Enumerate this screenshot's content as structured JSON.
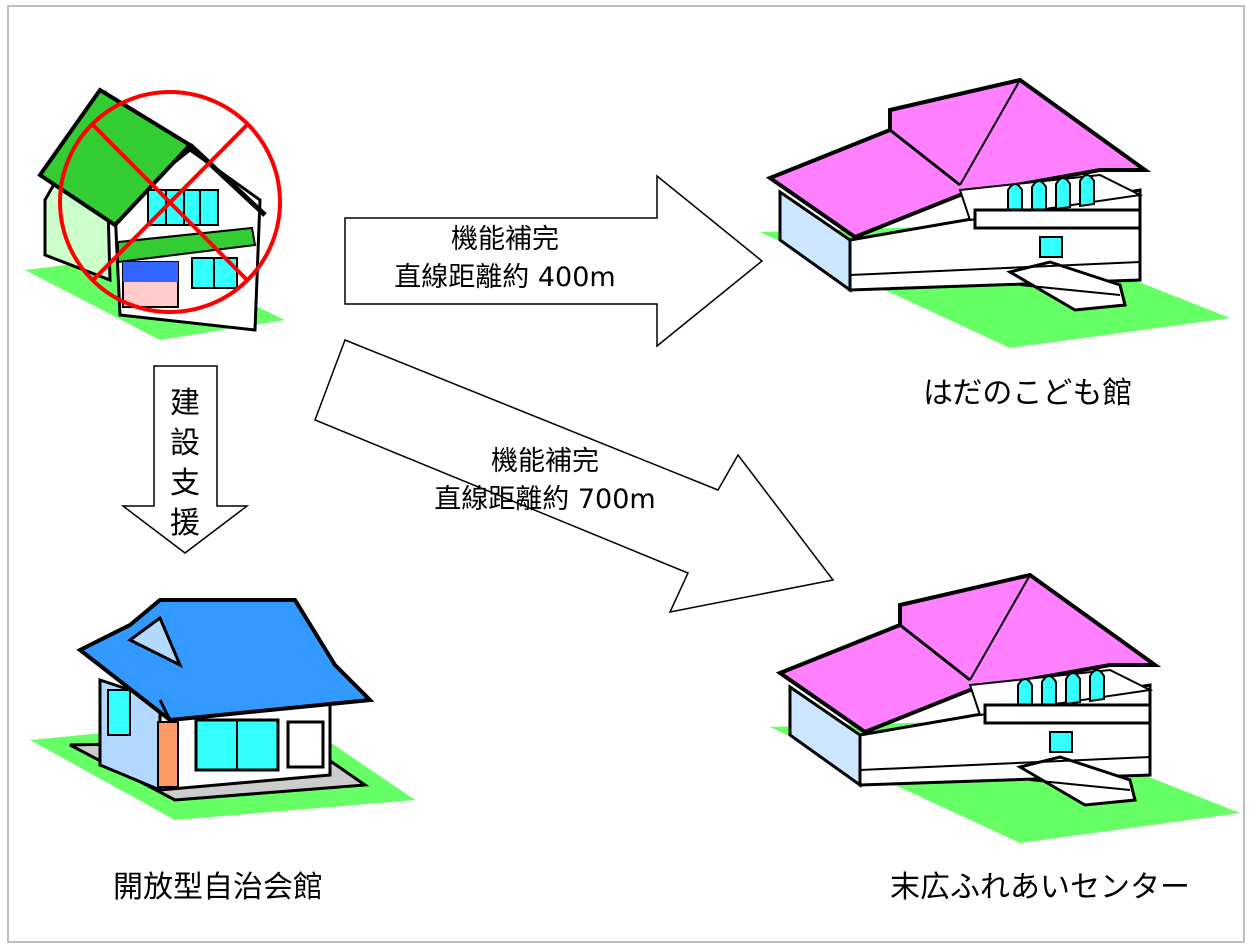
{
  "arrows": {
    "right": {
      "line1": "機能補完",
      "line2": "直線距離約 400m"
    },
    "diagonal": {
      "line1": "機能補完",
      "line2": "直線距離約 700m"
    },
    "down": {
      "chars": [
        "建",
        "設",
        "支",
        "援"
      ]
    }
  },
  "captions": {
    "kodomo_kan": "はだのこども館",
    "jichi_kaikan": "開放型自治会館",
    "suehiro_center": "末広ふれあいセンター"
  },
  "colors": {
    "old_house_roof": "#33cc33",
    "old_house_wall": "#ccffcc",
    "cross": "#ff0000",
    "ground": "#66ff66",
    "facility_roof": "#ff80ff",
    "facility_window": "#33ffff",
    "kaikan_roof": "#3399ff",
    "kaikan_wall": "#b3d9ff",
    "kaikan_door": "#ff9966"
  }
}
